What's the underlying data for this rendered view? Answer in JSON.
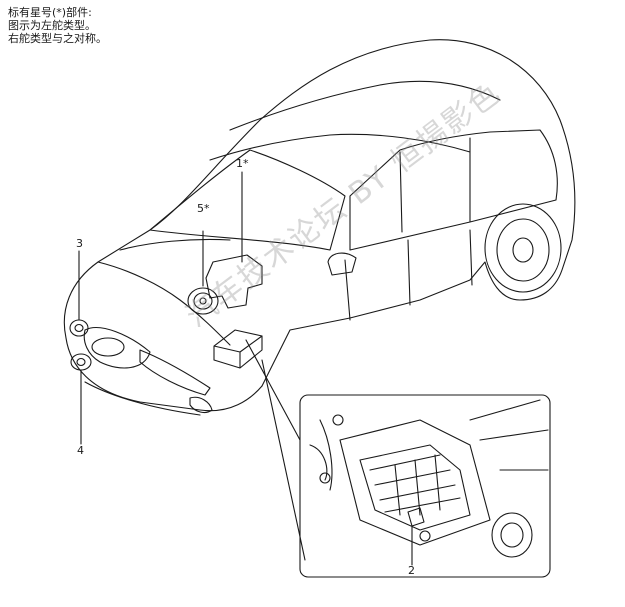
{
  "notes": {
    "line1": "标有星号(*)部件:",
    "line2": "图示为左舵类型。",
    "line3": "右舵类型与之对称。"
  },
  "callouts": {
    "c1": "1*",
    "c2": "2",
    "c3": "3",
    "c4": "4",
    "c5": "5*"
  },
  "watermark": "汽车技术论坛 BY 恒揚影色",
  "colors": {
    "line": "#1a1a1a",
    "watermark": "#8c8c8c"
  }
}
